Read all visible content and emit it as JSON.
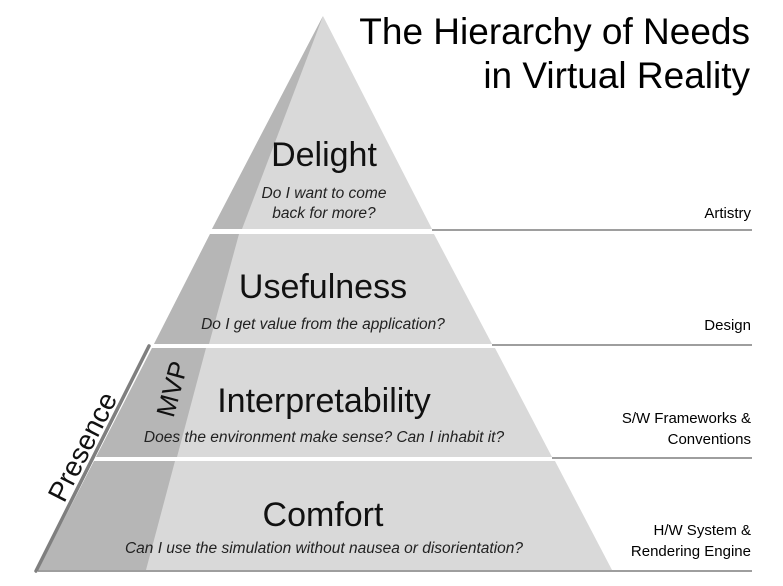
{
  "title": {
    "line1": "The Hierarchy of Needs",
    "line2": "in Virtual Reality"
  },
  "levels": [
    {
      "name": "Delight",
      "question_line1": "Do I want to come",
      "question_line2": "back for more?",
      "side_label": "Artistry"
    },
    {
      "name": "Usefulness",
      "question": "Do I get value from the application?",
      "side_label": "Design"
    },
    {
      "name": "Interpretability",
      "question": "Does the environment make sense? Can I inhabit it?",
      "side_line1": "S/W Frameworks &",
      "side_line2": "Conventions"
    },
    {
      "name": "Comfort",
      "question": "Can I use the simulation without nausea or disorientation?",
      "side_line1": "H/W System &",
      "side_line2": "Rendering Engine"
    }
  ],
  "brackets": {
    "presence": "Presence",
    "mvp": "MVP"
  },
  "colors": {
    "tier_fill": "#d9d9d9",
    "shadow_fill": "#b5b5b5",
    "line": "#8a8a8a"
  }
}
